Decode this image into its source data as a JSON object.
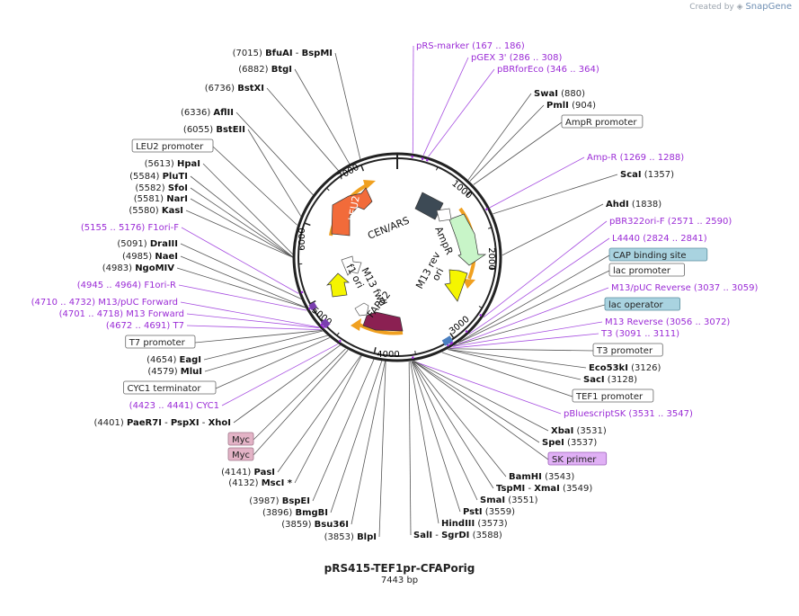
{
  "brand": {
    "prefix": "Created by",
    "name": "SnapGene"
  },
  "plasmid": {
    "name": "pRS415-TEF1pr-CFAPorig",
    "size": "7443 bp",
    "length": 7443
  },
  "colors": {
    "feature_purple": "#9b2cd6",
    "site_line": "#555555",
    "feature_line": "#a64de0",
    "leu2": "#f26b3a",
    "cen_ars": "#3d4a55",
    "ampr": "#c8f5c8",
    "ori": "#f5f500",
    "f1_ori": "#f5f500",
    "fapa2": "#8b2052",
    "orange_arrow": "#f0a020",
    "blue_box": "#a9d3e0",
    "pink_box": "#e3b3c6",
    "purple_box": "#e0b0f5"
  },
  "ring_ticks": [
    "1000",
    "2000",
    "3000",
    "4000",
    "5000",
    "6000",
    "7000"
  ],
  "features": [
    {
      "label": "LEU2"
    },
    {
      "label": "CEN/ARS"
    },
    {
      "label": "AmpR"
    },
    {
      "label": "ori"
    },
    {
      "label": "M13 rev"
    },
    {
      "label": "M13 fwd"
    },
    {
      "label": "f1 ori"
    },
    {
      "label": "FAPα2"
    }
  ],
  "left_labels": [
    {
      "pos": "(7015)",
      "name": "BfuAI",
      "extra": "BspMI",
      "kind": "site",
      "bp": 7015
    },
    {
      "pos": "(6882)",
      "name": "BtgI",
      "kind": "site",
      "bp": 6882
    },
    {
      "pos": "(6736)",
      "name": "BstXI",
      "kind": "site",
      "bp": 6736
    },
    {
      "pos": "(6336)",
      "name": "AflII",
      "kind": "site",
      "bp": 6336
    },
    {
      "pos": "(6055)",
      "name": "BstEII",
      "kind": "site",
      "bp": 6055
    },
    {
      "name": "LEU2 promoter",
      "kind": "box",
      "bp": 5950
    },
    {
      "pos": "(5613)",
      "name": "HpaI",
      "kind": "site",
      "bp": 5613
    },
    {
      "pos": "(5584)",
      "name": "PluTI",
      "kind": "site",
      "bp": 5584
    },
    {
      "pos": "(5582)",
      "name": "SfoI",
      "kind": "site",
      "bp": 5582
    },
    {
      "pos": "(5581)",
      "name": "NarI",
      "kind": "site",
      "bp": 5581
    },
    {
      "pos": "(5580)",
      "name": "KasI",
      "kind": "site",
      "bp": 5580
    },
    {
      "pos": "(5155 .. 5176)",
      "name": "F1ori-F",
      "kind": "feature",
      "bp": 5165
    },
    {
      "pos": "(5091)",
      "name": "DraIII",
      "kind": "site",
      "bp": 5091
    },
    {
      "pos": "(4985)",
      "name": "NaeI",
      "kind": "site",
      "bp": 4985
    },
    {
      "pos": "(4983)",
      "name": "NgoMIV",
      "kind": "site",
      "bp": 4983
    },
    {
      "pos": "(4945 .. 4964)",
      "name": "F1ori-R",
      "kind": "feature",
      "bp": 4955
    },
    {
      "pos": "(4710 .. 4732)",
      "name": "M13/pUC Forward",
      "kind": "feature",
      "bp": 4720
    },
    {
      "pos": "(4701 .. 4718)",
      "name": "M13 Forward",
      "kind": "feature",
      "bp": 4710
    },
    {
      "pos": "(4672 .. 4691)",
      "name": "T7",
      "kind": "feature",
      "bp": 4682
    },
    {
      "name": "T7 promoter",
      "kind": "box",
      "bp": 4670
    },
    {
      "pos": "(4654)",
      "name": "EagI",
      "kind": "site",
      "bp": 4654
    },
    {
      "pos": "(4579)",
      "name": "MluI",
      "kind": "site",
      "bp": 4579
    },
    {
      "name": "CYC1 terminator",
      "kind": "box",
      "bp": 4550
    },
    {
      "pos": "(4423 .. 4441)",
      "name": "CYC1",
      "kind": "feature",
      "bp": 4432
    },
    {
      "pos": "(4401)",
      "name": "PaeR7I",
      "extra": "PspXI",
      "extra2": "XhoI",
      "kind": "site",
      "bp": 4401
    },
    {
      "name": "Myc",
      "kind": "pinkbox",
      "bp": 4330
    },
    {
      "name": "Myc",
      "kind": "pinkbox",
      "bp": 4300
    },
    {
      "pos": "(4141)",
      "name": "PasI",
      "kind": "site",
      "bp": 4141
    },
    {
      "pos": "(4132)",
      "name": "MscI *",
      "kind": "site",
      "bp": 4132
    },
    {
      "pos": "(3987)",
      "name": "BspEI",
      "kind": "site",
      "bp": 3987
    },
    {
      "pos": "(3896)",
      "name": "BmgBI",
      "kind": "site",
      "bp": 3896
    },
    {
      "pos": "(3859)",
      "name": "Bsu36I",
      "kind": "site",
      "bp": 3859
    },
    {
      "pos": "(3853)",
      "name": "BlpI",
      "kind": "site",
      "bp": 3853
    }
  ],
  "right_labels": [
    {
      "name": "pRS-marker",
      "pos": "(167 .. 186)",
      "kind": "feature",
      "bp": 176
    },
    {
      "name": "pGEX 3'",
      "pos": "(286 .. 308)",
      "kind": "feature",
      "bp": 297
    },
    {
      "name": "pBRforEco",
      "pos": "(346 .. 364)",
      "kind": "feature",
      "bp": 355
    },
    {
      "name": "SwaI",
      "pos": "(880)",
      "kind": "site",
      "bp": 880
    },
    {
      "name": "PmlI",
      "pos": "(904)",
      "kind": "site",
      "bp": 904
    },
    {
      "name": "AmpR promoter",
      "kind": "box",
      "bp": 960
    },
    {
      "name": "Amp-R",
      "pos": "(1269 .. 1288)",
      "kind": "feature",
      "bp": 1278
    },
    {
      "name": "ScaI",
      "pos": "(1357)",
      "kind": "site",
      "bp": 1357
    },
    {
      "name": "AhdI",
      "pos": "(1838)",
      "kind": "site",
      "bp": 1838
    },
    {
      "name": "pBR322ori-F",
      "pos": "(2571 .. 2590)",
      "kind": "feature",
      "bp": 2580
    },
    {
      "name": "L4440",
      "pos": "(2824 .. 2841)",
      "kind": "feature",
      "bp": 2832
    },
    {
      "name": "CAP binding site",
      "kind": "bluebox",
      "bp": 2960
    },
    {
      "name": "lac promoter",
      "kind": "box",
      "bp": 2985
    },
    {
      "name": "M13/pUC Reverse",
      "pos": "(3037 .. 3059)",
      "kind": "feature",
      "bp": 3048
    },
    {
      "name": "lac operator",
      "kind": "bluebox",
      "bp": 3040
    },
    {
      "name": "M13 Reverse",
      "pos": "(3056 .. 3072)",
      "kind": "feature",
      "bp": 3064
    },
    {
      "name": "T3",
      "pos": "(3091 .. 3111)",
      "kind": "feature",
      "bp": 3101
    },
    {
      "name": "T3 promoter",
      "kind": "box",
      "bp": 3110
    },
    {
      "name": "Eco53kI",
      "pos": "(3126)",
      "kind": "site",
      "bp": 3126
    },
    {
      "name": "SacI",
      "pos": "(3128)",
      "kind": "site",
      "bp": 3128
    },
    {
      "name": "TEF1 promoter",
      "kind": "box",
      "bp": 3200
    },
    {
      "name": "pBluescriptSK",
      "pos": "(3531 .. 3547)",
      "kind": "feature",
      "bp": 3539
    },
    {
      "name": "XbaI",
      "pos": "(3531)",
      "kind": "site",
      "bp": 3531
    },
    {
      "name": "SpeI",
      "pos": "(3537)",
      "kind": "site",
      "bp": 3537
    },
    {
      "name": "SK primer",
      "kind": "purplebox",
      "bp": 3540
    },
    {
      "name": "BamHI",
      "pos": "(3543)",
      "kind": "site",
      "bp": 3543
    },
    {
      "name": "TspMI",
      "extra": "XmaI",
      "pos": "(3549)",
      "kind": "site",
      "bp": 3549
    },
    {
      "name": "SmaI",
      "pos": "(3551)",
      "kind": "site",
      "bp": 3551
    },
    {
      "name": "PstI",
      "pos": "(3559)",
      "kind": "site",
      "bp": 3559
    },
    {
      "name": "HindIII",
      "pos": "(3573)",
      "kind": "site",
      "bp": 3573
    },
    {
      "name": "SalI",
      "extra": "SgrDI",
      "pos": "(3588)",
      "kind": "site",
      "bp": 3588
    }
  ]
}
